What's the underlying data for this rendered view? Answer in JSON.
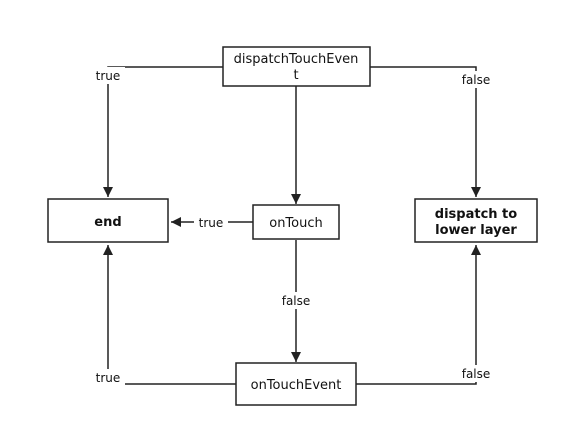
{
  "diagram": {
    "nodes": {
      "dispatch_touch_event": {
        "line1": "dispatchTouchEven",
        "line2": "t"
      },
      "end": {
        "label": "end",
        "color": "#e00000"
      },
      "on_touch": {
        "label": "onTouch"
      },
      "dispatch_lower": {
        "line1": "dispatch to",
        "line2": "lower layer",
        "color": "#2a2ae0"
      },
      "on_touch_event": {
        "label": "onTouchEvent"
      }
    },
    "edges": {
      "dispatch_to_end": "true",
      "dispatch_to_lower": "false",
      "ontouch_to_end": "true",
      "ontouch_to_ontouchevent": "false",
      "ontouchevent_to_end": "true",
      "ontouchevent_to_lower": "false"
    }
  }
}
